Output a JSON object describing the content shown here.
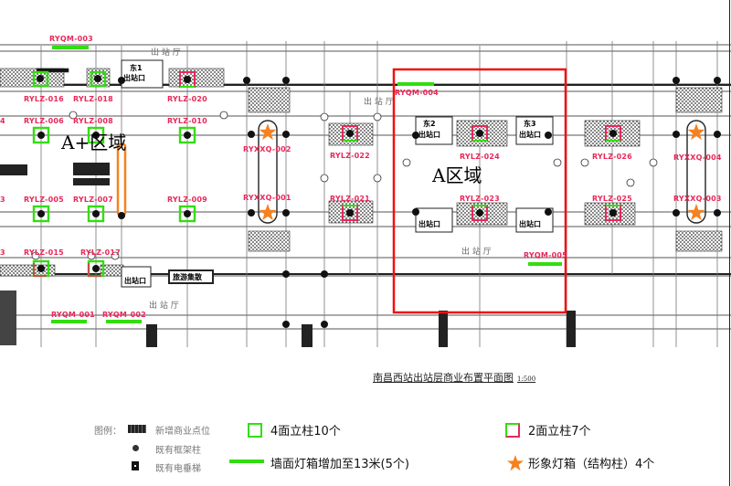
{
  "drawing": {
    "title": "南昌西站出站层商业布置平面图",
    "scale": "1:500",
    "zones": [
      {
        "id": "a-plus",
        "label": "A+区域"
      },
      {
        "id": "a",
        "label": "A区域"
      }
    ],
    "highlight_box_color": "#ee1111",
    "colors": {
      "label": "#e8285a",
      "four_face_column": "#33dd11",
      "two_face_column_green": "#33dd11",
      "two_face_column_red": "#e8285a",
      "wall_lightbox": "#33dd11",
      "image_lightbox_star": "#f58220"
    },
    "four_face_columns": [
      {
        "id": "RYLZ-006"
      },
      {
        "id": "RYLZ-008"
      },
      {
        "id": "RYLZ-010"
      },
      {
        "id": "RYLZ-005"
      },
      {
        "id": "RYLZ-007"
      },
      {
        "id": "RYLZ-009"
      },
      {
        "id": "RYLZ-015"
      },
      {
        "id": "RYLZ-017"
      },
      {
        "id": "RYLZ-018"
      },
      {
        "id": "RYLZ-016"
      }
    ],
    "two_face_columns": [
      {
        "id": "RYLZ-020"
      },
      {
        "id": "RYLZ-022"
      },
      {
        "id": "RYLZ-021"
      },
      {
        "id": "RYLZ-024"
      },
      {
        "id": "RYLZ-023"
      },
      {
        "id": "RYLZ-026"
      },
      {
        "id": "RYLZ-025"
      }
    ],
    "wall_lightboxes": [
      {
        "id": "RYQM-003"
      },
      {
        "id": "RYQM-004"
      },
      {
        "id": "RYQM-005"
      },
      {
        "id": "RYQM-001"
      },
      {
        "id": "RYQM-002"
      }
    ],
    "image_lightboxes": [
      {
        "id": "RYXXQ-002"
      },
      {
        "id": "RYXXQ-001"
      },
      {
        "id": "RYXXQ-004"
      },
      {
        "id": "RYXXQ-003"
      }
    ],
    "edge_labels": {
      "left_1": "4",
      "left_2": "3",
      "left_3": "3"
    },
    "room_labels": {
      "exit_east1": "东1",
      "exit_east2": "东2",
      "exit_east3": "东3",
      "exit": "出站口",
      "tourist": "旅游集散",
      "waiting": "出 站 厅"
    }
  },
  "legend": {
    "heading": "图例：",
    "items_small": [
      {
        "icon": "hatched-block",
        "label": "新增商业点位"
      },
      {
        "icon": "dot",
        "label": "既有框架柱"
      },
      {
        "icon": "elevator",
        "label": "既有电垂梯"
      }
    ],
    "items_big": [
      {
        "icon": "green-square",
        "label": "4面立柱10个"
      },
      {
        "icon": "green-red-square",
        "label": "2面立柱7个"
      },
      {
        "icon": "green-line",
        "label": "墙面灯箱增加至13米(5个)"
      },
      {
        "icon": "orange-star",
        "label": "形象灯箱（结构柱）4个"
      }
    ]
  }
}
